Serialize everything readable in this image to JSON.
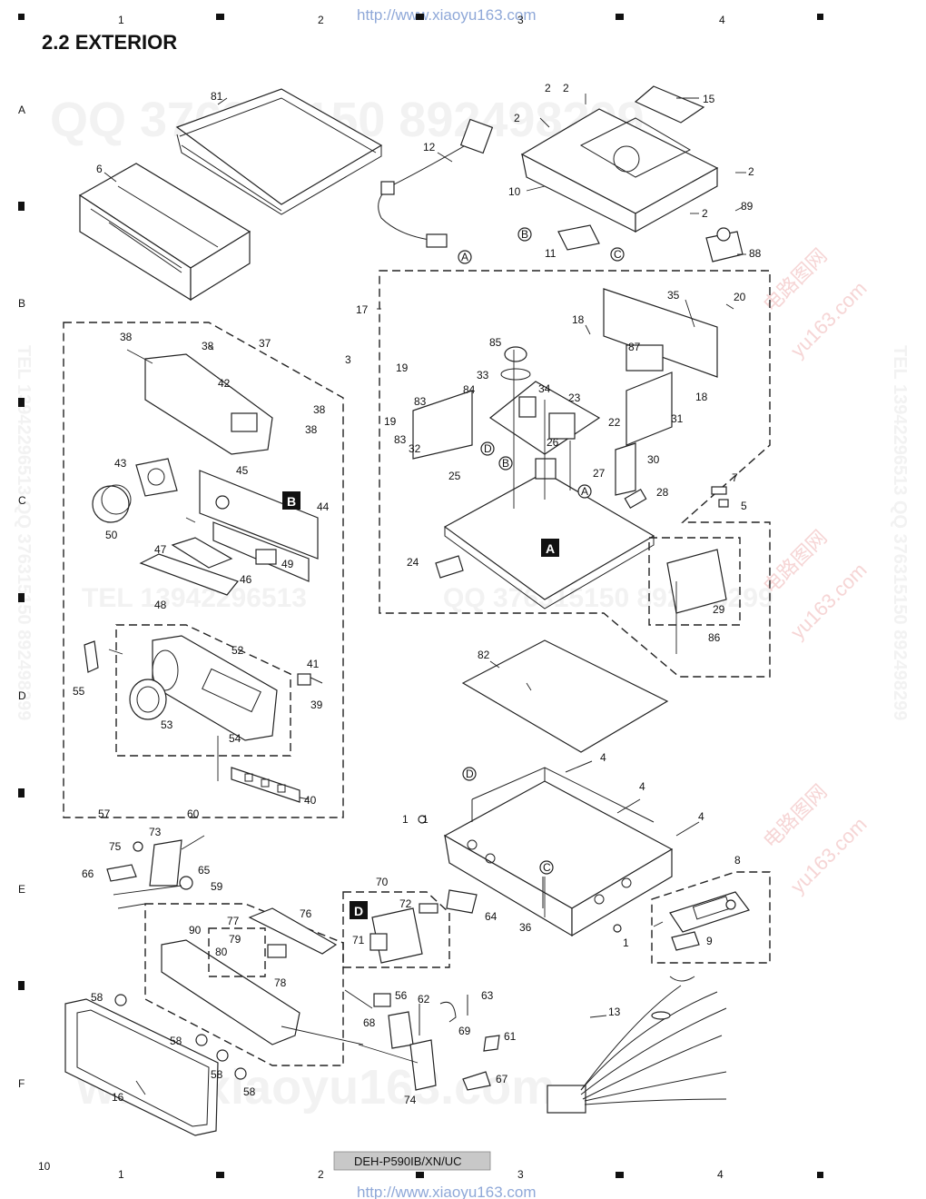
{
  "header": {
    "section_title": "2.2  EXTERIOR",
    "url_top": "http://www.xiaoyu163.com",
    "url_bottom": "http://www.xiaoyu163.com"
  },
  "grid": {
    "columns": [
      "1",
      "2",
      "3",
      "4"
    ],
    "rows": [
      "A",
      "B",
      "C",
      "D",
      "E",
      "F"
    ]
  },
  "footer": {
    "page_number": "10",
    "model": "DEH-P590IB/XN/UC"
  },
  "watermarks": {
    "qq_top": "QQ 376315150  892498299",
    "tel_mid": "TEL  13942296513",
    "qq_mid": "QQ  376315150  892498299",
    "www": "www.xiaoyu163.com",
    "side_right": "TEL 13942296513  QQ 376315150  892498299",
    "side_left": "TEL 13942296513  QQ 376315150  892498299",
    "red_cn": "电路图网",
    "red_url": "yu163.com"
  },
  "section_boxes": {
    "A": "A",
    "B": "B",
    "D": "D"
  },
  "callouts": {
    "A": "A",
    "B": "B",
    "C": "C",
    "D": "D"
  },
  "parts": [
    "1",
    "1",
    "1",
    "2",
    "2",
    "2",
    "2",
    "2",
    "3",
    "4",
    "4",
    "4",
    "5",
    "6",
    "7",
    "8",
    "9",
    "10",
    "11",
    "12",
    "13",
    "15",
    "16",
    "17",
    "18",
    "18",
    "19",
    "19",
    "20",
    "22",
    "23",
    "24",
    "25",
    "26",
    "27",
    "28",
    "29",
    "30",
    "31",
    "32",
    "33",
    "34",
    "35",
    "36",
    "37",
    "38",
    "38",
    "38",
    "38",
    "39",
    "40",
    "41",
    "42",
    "43",
    "44",
    "45",
    "46",
    "47",
    "48",
    "49",
    "50",
    "52",
    "53",
    "54",
    "55",
    "56",
    "57",
    "58",
    "58",
    "58",
    "58",
    "59",
    "60",
    "61",
    "62",
    "63",
    "64",
    "65",
    "66",
    "67",
    "68",
    "69",
    "70",
    "71",
    "72",
    "73",
    "74",
    "75",
    "76",
    "77",
    "78",
    "79",
    "80",
    "81",
    "82",
    "83",
    "83",
    "84",
    "85",
    "86",
    "87",
    "88",
    "89",
    "90"
  ]
}
